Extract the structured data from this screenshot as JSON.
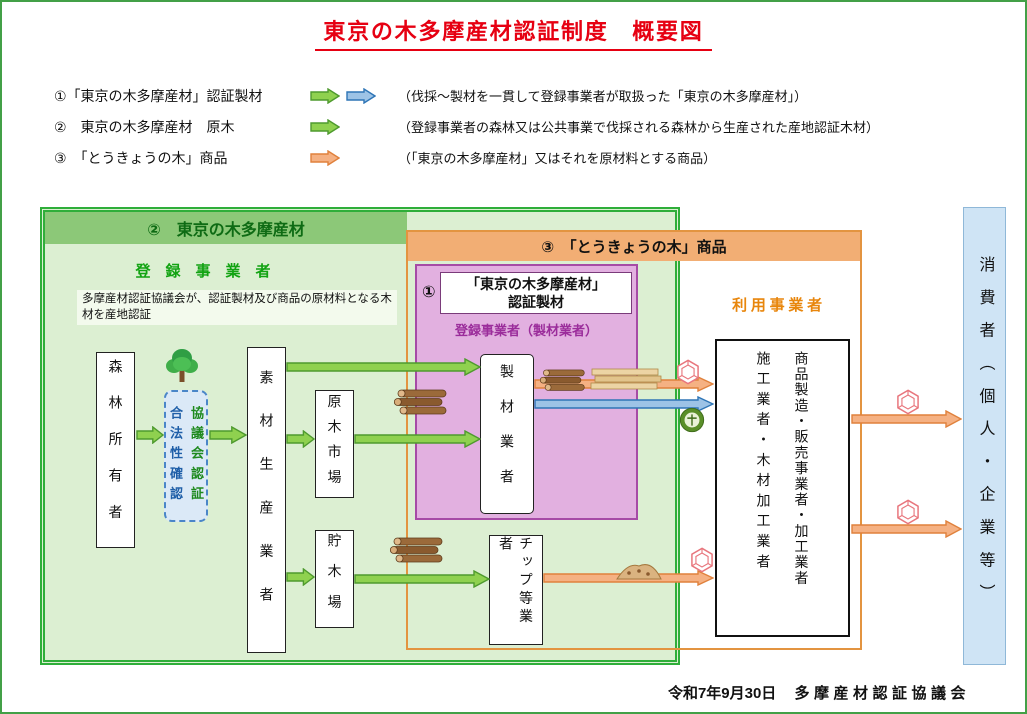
{
  "page": {
    "title": "東京の木多摩産材認証制度　概要図",
    "footer_date": "令和7年9月30日",
    "footer_org": "多摩産材認証協議会"
  },
  "legend": {
    "items": [
      {
        "label": "①「東京の木多摩産材」認証製材",
        "desc": "（伐採～製材を一貫して登録事業者が取扱った「東京の木多摩産材」）"
      },
      {
        "label": "②　東京の木多摩産材　原木",
        "desc": "（登録事業者の森林又は公共事業で伐採される森林から生産された産地認証木材）"
      },
      {
        "label": "③　「とうきょうの木」商品",
        "desc": "（「東京の木多摩産材」又はそれを原材料とする商品）"
      }
    ]
  },
  "green_zone": {
    "title": "②　東京の木多摩産材",
    "subtitle": "登　録　事　業　者",
    "note": "多摩産材認証協議会が、認証製材及び商品の原材料となる木材を産地認証",
    "forest_owner": "森林所有者",
    "cert_left": "合法性確認",
    "cert_right": "協議会認証",
    "producer": "素材生産業者",
    "log_market": "原木市場",
    "log_yard": "貯木場"
  },
  "orange_zone": {
    "title": "③　「とうきょうの木」商品",
    "user_label": "利用事業者",
    "builder": "施工業者・木材加工業者",
    "manufacturer": "商品製造・販売事業者・加工業者",
    "chip_maker": "チップ等業者"
  },
  "purple_zone": {
    "num": "①",
    "title1": "「東京の木多摩産材」",
    "title2": "認証製材",
    "subtitle": "登録事業者（製材業者）",
    "sawmill": "製材業者"
  },
  "consumer": {
    "label": "消費者（個人・企業等）"
  },
  "icons": {
    "tree": "tree-icon",
    "logs": "logs-icon",
    "planks": "planks-icon",
    "chips": "wood-chips-icon",
    "tokyo_wood_mark": "tokyo-wood-hexagon-logo",
    "certification_mark": "round-certification-mark"
  },
  "colors": {
    "title_red": "#e60012",
    "zone_green_border": "#2fae3a",
    "zone_green_fill": "#dcefd2",
    "zone_orange_border": "#e39440",
    "zone_purple_border": "#a64ba6",
    "consumer_blue": "#cfe4f5",
    "arrow_green": "#8fd14f",
    "arrow_blue": "#9dc3e6",
    "arrow_orange": "#f5b183"
  }
}
